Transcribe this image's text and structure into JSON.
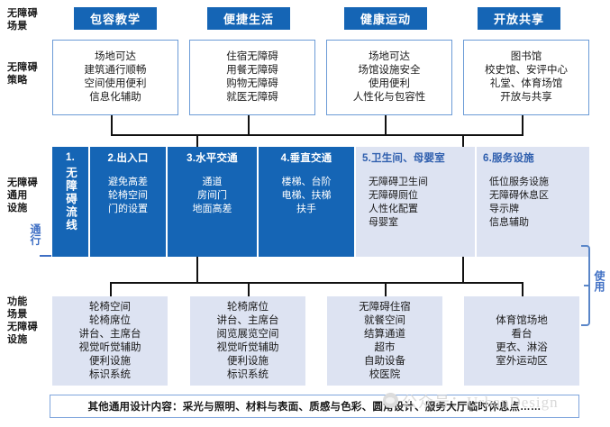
{
  "row_labels": {
    "scene": "无障碍\n场景",
    "strategy": "无障碍\n策略",
    "facility": "无障碍\n通用\n设施",
    "function": "功能\n场景\n无障碍\n设施"
  },
  "side_marks": {
    "left_vertical": "通行",
    "right_vertical": "使用"
  },
  "scenes": [
    {
      "chip": "包容教学",
      "strategy": "场地可达\n建筑通行顺畅\n空间使用便利\n信息化辅助"
    },
    {
      "chip": "便捷生活",
      "strategy": "住宿无障碍\n用餐无障碍\n购物无障碍\n就医无障碍"
    },
    {
      "chip": "健康运动",
      "strategy": "场地可达\n场馆设施安全\n使用便利\n人性化与包容性"
    },
    {
      "chip": "开放共享",
      "strategy": "图书馆\n校史馆、安评中心\n礼堂、体育场馆\n开放与共享"
    }
  ],
  "facilities": [
    {
      "title": "1.",
      "items": "无障碍流线",
      "style": "blue",
      "vertical": true
    },
    {
      "title": "2.出入口",
      "items": "避免高差\n轮椅空间\n门的设置",
      "style": "blue",
      "vertical": false
    },
    {
      "title": "3.水平交通",
      "items": "通道\n房间门\n地面高差",
      "style": "blue",
      "vertical": false
    },
    {
      "title": "4.垂直交通",
      "items": "楼梯、台阶\n电梯、扶梯\n扶手",
      "style": "blue",
      "vertical": false
    },
    {
      "title": "5.卫生间、母婴室",
      "items": "无障碍卫生间\n无障碍厕位\n人性化配置\n母婴室",
      "style": "lavender",
      "vertical": false
    },
    {
      "title": "6.服务设施",
      "items": "低位服务设施\n无障碍休息区\n导示牌\n信息辅助",
      "style": "lavender",
      "vertical": false
    }
  ],
  "function_boxes": [
    {
      "items": "轮椅空间\n轮椅席位\n讲台、主席台\n视觉听觉辅助\n便利设施\n标识系统"
    },
    {
      "items": "轮椅席位\n讲台、主席台\n阅览展览空间\n视觉听觉辅助\n便利设施\n标识系统"
    },
    {
      "items": "无障碍住宿\n就餐空间\n结算通道\n超市\n自助设备\n校医院"
    },
    {
      "items": "体育馆场地\n看台\n更衣、淋浴\n室外运动区"
    }
  ],
  "footer": {
    "text": "其他通用设计内容：采光与照明、材料与表面、质感与色彩、圆角设计、服务大厅临时休息点……"
  },
  "watermark": {
    "text": "公众号：UrbanDesign"
  },
  "colors": {
    "accent_blue": "#1565b5",
    "lavender": "#dde3f2",
    "box_border": "#6b9bd6",
    "brace": "#5a86c8",
    "label_blue": "#3f6fc4"
  }
}
